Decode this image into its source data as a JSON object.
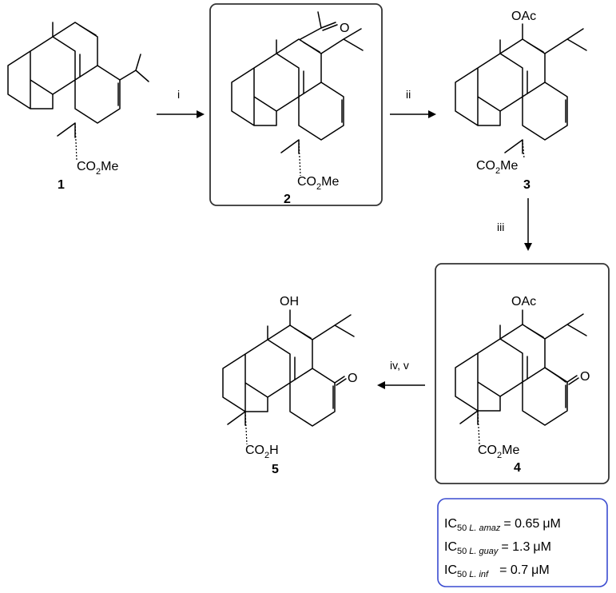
{
  "compounds": [
    {
      "id": "1",
      "ester_label": "CO",
      "ester_sub": "2",
      "ester_tail": "Me"
    },
    {
      "id": "2",
      "ester_label": "CO",
      "ester_sub": "2",
      "ester_tail": "Me",
      "ketone_O": "O"
    },
    {
      "id": "3",
      "ester_label": "CO",
      "ester_sub": "2",
      "ester_tail": "Me",
      "acetate": "OAc"
    },
    {
      "id": "4",
      "ester_label": "CO",
      "ester_sub": "2",
      "ester_tail": "Me",
      "acetate": "OAc",
      "ketone_O": "O"
    },
    {
      "id": "5",
      "acid_label": "CO",
      "acid_sub": "2",
      "acid_tail": "H",
      "hydroxyl": "OH",
      "ketone_O": "O"
    }
  ],
  "reagents": [
    "i",
    "ii",
    "iii",
    "iv, v"
  ],
  "activity": [
    {
      "label": "IC",
      "sub": "50",
      "species": "L. amaz",
      "relation": "= 0.65",
      "unit": "μM"
    },
    {
      "label": "IC",
      "sub": "50",
      "species": "L. guay",
      "relation": "= 1.3",
      "unit": "μM"
    },
    {
      "label": "IC",
      "sub": "50",
      "species": "L. inf",
      "relation": "= 0.7",
      "unit": "μM"
    }
  ]
}
